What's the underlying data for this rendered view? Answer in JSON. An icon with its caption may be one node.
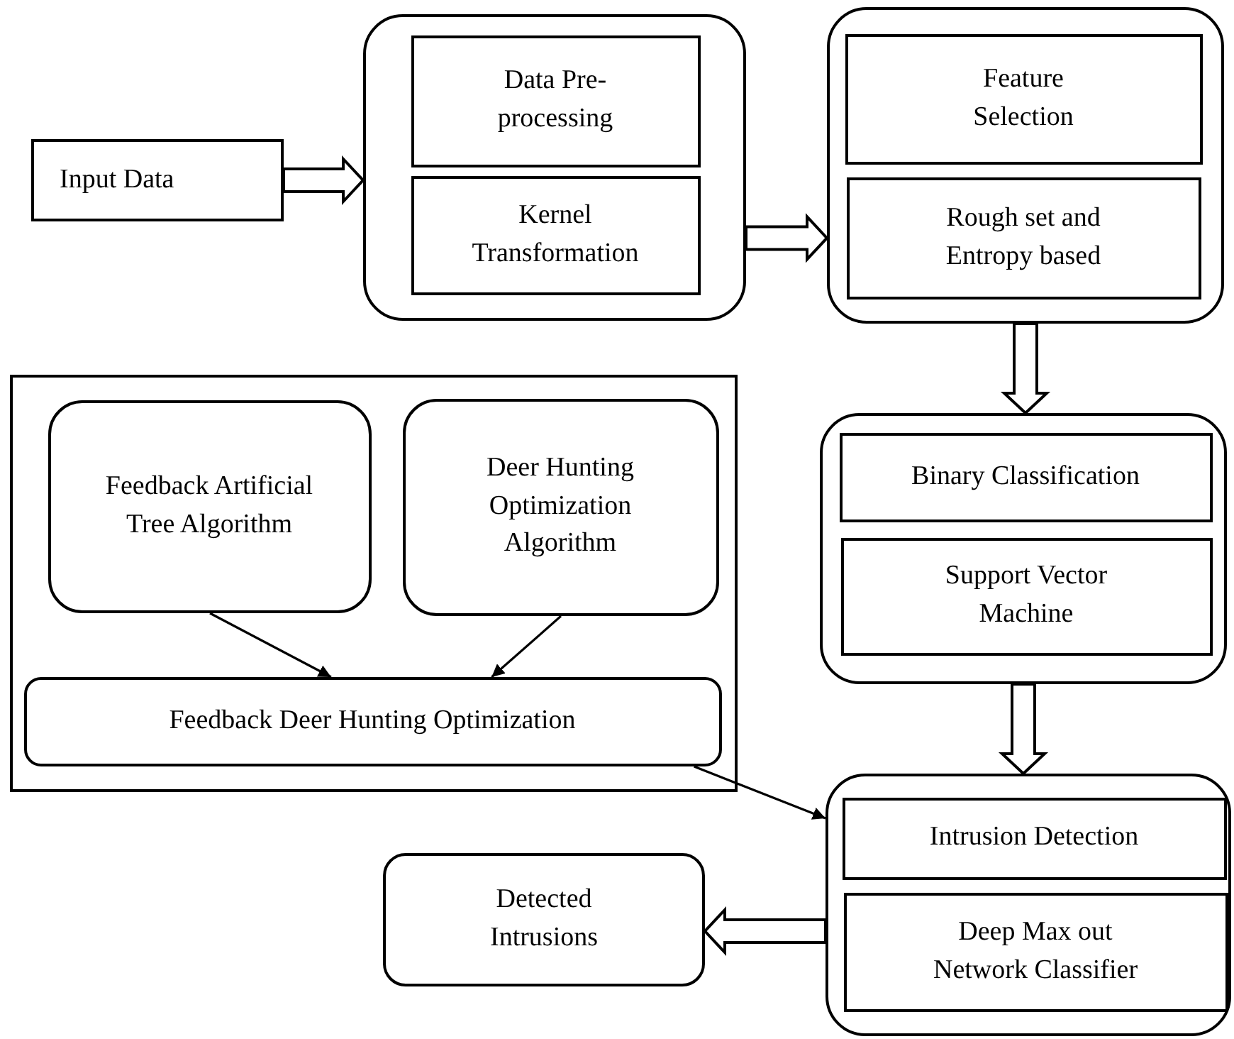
{
  "diagram": {
    "nodes": [
      {
        "text": [
          "Input Data"
        ]
      },
      {
        "text": [],
        "shape": "box"
      },
      {
        "text": [
          "Data Pre-processing"
        ],
        "in": 1
      },
      {
        "text": [
          "Kernel Transformation"
        ],
        "in": 1
      },
      {
        "text": [],
        "shape": "box"
      },
      {
        "text": [
          "Feature Selection"
        ],
        "in": 4
      },
      {
        "text": [
          "Rough set and Entropy based"
        ],
        "in": 4
      },
      {
        "text": [],
        "shape": "box"
      },
      {
        "text": [
          "Binary Classification"
        ],
        "in": 7
      },
      {
        "text": [
          "Support Vector Machine"
        ],
        "in": 7
      },
      {
        "text": [],
        "shape": "box"
      },
      {
        "text": [
          "Intrusion Detection"
        ],
        "in": 10
      },
      {
        "text": [
          "Deep Max out Network Classifier"
        ],
        "in": 10
      },
      {
        "text": [],
        "shape": "box"
      },
      {
        "text": [
          "Feedback Artificial Tree Algorithm"
        ],
        "in": 13
      },
      {
        "text": [
          "Deer Hunting Optimization Algorithm"
        ],
        "in": 13
      },
      {
        "text": [
          "Feedback Deer Hunting Optimization"
        ],
        "in": 13
      },
      {
        "text": [
          "Detected Intrusions"
        ]
      }
    ],
    "edges": [
      {
        "from": 0,
        "to": 1,
        "arrow": "to",
        "style": "thick"
      },
      {
        "from": 1,
        "to": 4,
        "arrow": "to",
        "style": "thick"
      },
      {
        "from": 4,
        "to": 7,
        "arrow": "to",
        "style": "thick"
      },
      {
        "from": 7,
        "to": 10,
        "arrow": "to",
        "style": "thick"
      },
      {
        "from": 10,
        "to": 17,
        "arrow": "to",
        "style": "thick"
      },
      {
        "from": 14,
        "to": 16,
        "arrow": "to"
      },
      {
        "from": 15,
        "to": 16,
        "arrow": "to"
      },
      {
        "from": 16,
        "to": 10,
        "arrow": "to"
      }
    ]
  }
}
